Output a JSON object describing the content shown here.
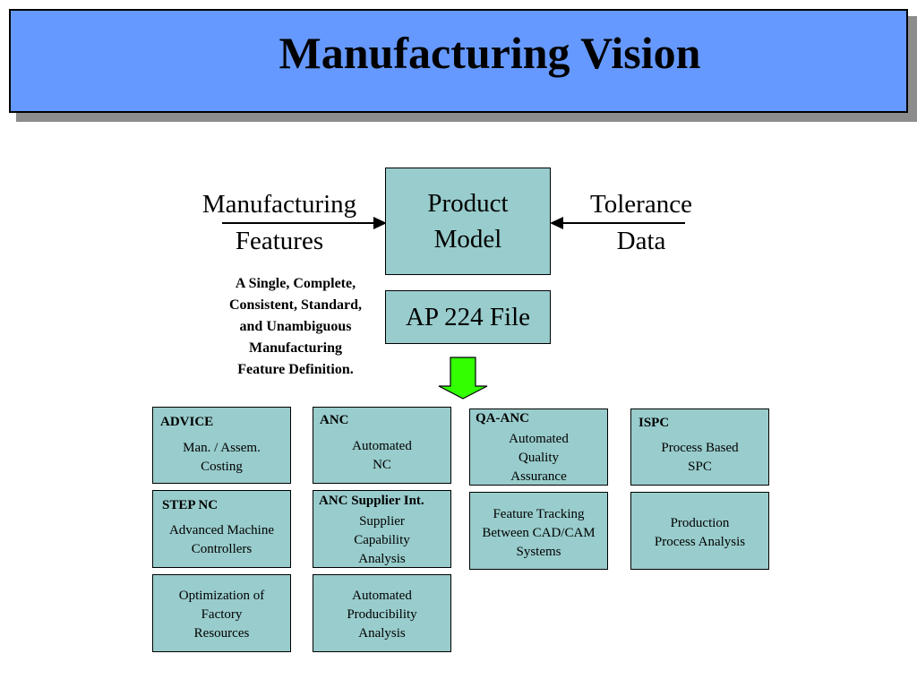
{
  "title": "Manufacturing Vision",
  "product_model": {
    "line1": "Product",
    "line2": "Model"
  },
  "ap_file": "AP 224 File",
  "left_input": {
    "line1": "Manufacturing",
    "line2": "Features"
  },
  "right_input": {
    "line1": "Tolerance",
    "line2": "Data"
  },
  "description": [
    "A Single, Complete,",
    "Consistent, Standard,",
    "and Unambiguous",
    "Manufacturing",
    "Feature Definition."
  ],
  "colors": {
    "banner": "#6699ff",
    "box": "#99cccc",
    "arrow": "#33ff00"
  },
  "boxes": [
    {
      "id": "advice",
      "heading": "ADVICE",
      "lines": [
        "Man. / Assem.",
        "Costing"
      ]
    },
    {
      "id": "anc",
      "heading": "ANC",
      "lines": [
        "Automated",
        "NC"
      ]
    },
    {
      "id": "qa-anc",
      "heading": "QA-ANC",
      "lines": [
        "Automated",
        "Quality",
        "Assurance"
      ]
    },
    {
      "id": "ispc",
      "heading": "ISPC",
      "lines": [
        "Process Based",
        "SPC"
      ]
    },
    {
      "id": "step-nc",
      "heading": "STEP NC",
      "lines": [
        "Advanced Machine",
        "Controllers"
      ]
    },
    {
      "id": "anc-supplier",
      "heading": "ANC Supplier Int.",
      "lines": [
        "Supplier",
        "Capability",
        "Analysis"
      ]
    },
    {
      "id": "feature-tracking",
      "heading": "",
      "lines": [
        "Feature Tracking",
        "Between CAD/CAM",
        "Systems"
      ]
    },
    {
      "id": "production",
      "heading": "",
      "lines": [
        "Production",
        "Process Analysis"
      ]
    },
    {
      "id": "optimization",
      "heading": "",
      "lines": [
        "Optimization of",
        "Factory",
        "Resources"
      ]
    },
    {
      "id": "producibility",
      "heading": "",
      "lines": [
        "Automated",
        "Producibility",
        "Analysis"
      ]
    }
  ]
}
